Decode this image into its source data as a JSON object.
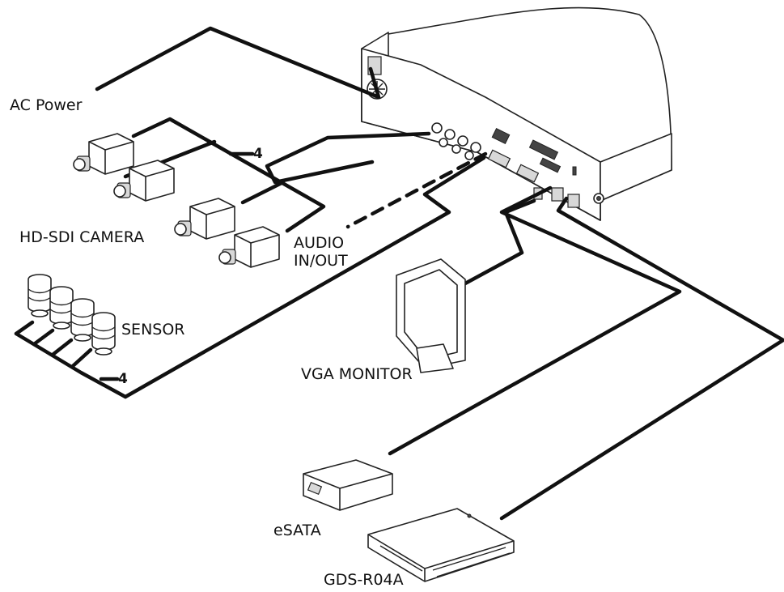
{
  "labels": {
    "ac_power": "AC Power",
    "hd_sdi_camera": "HD-SDI CAMERA",
    "audio_line1": "AUDIO",
    "audio_line2": "IN/OUT",
    "sensor": "SENSOR",
    "vga_monitor": "VGA MONITOR",
    "esata": "eSATA",
    "gds": "GDS-R04A"
  },
  "counts": {
    "camera_count": "4",
    "sensor_count": "4"
  },
  "colors": {
    "cable": "#111111",
    "outline": "#222222",
    "background": "#ffffff"
  }
}
